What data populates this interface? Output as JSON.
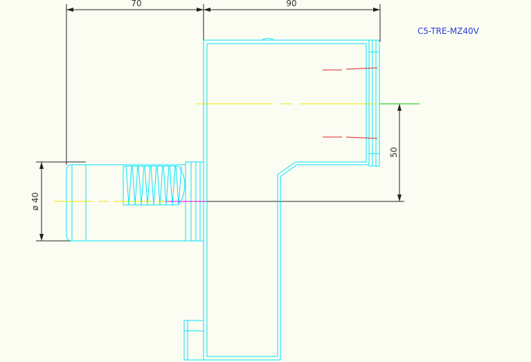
{
  "part_code": "C5-TRE-MZ40V",
  "dimensions": {
    "overall_width_left": "70",
    "overall_width_right": "90",
    "vertical_offset": "50",
    "diameter": "ø 40"
  },
  "colors": {
    "background": "#fbfcf2",
    "outline": "#00e5ff",
    "dimension_line": "#222222",
    "center_line": "#e8e800",
    "axis_line": "#00c800",
    "hidden_line": "#e02020",
    "accent_line": "#e000e0",
    "code_text": "#2a3cd6"
  }
}
